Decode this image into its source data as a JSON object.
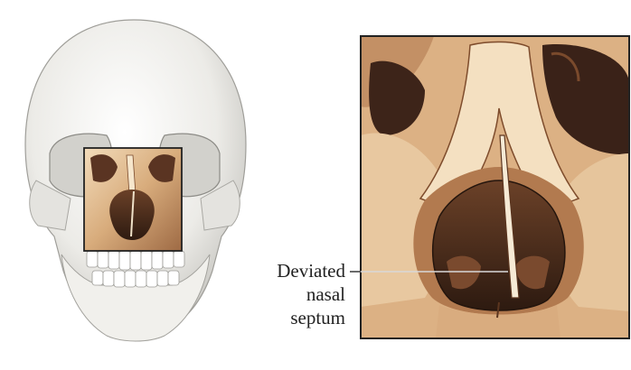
{
  "figure": {
    "label_lines": [
      "Deviated",
      "nasal",
      "septum"
    ]
  },
  "colors": {
    "bone": "#efeeea",
    "bone_shadow": "#c9c8c3",
    "nasal_bone": "#e7c9a2",
    "nasal_shadow": "#8a4f2d",
    "cavity": "#3b2418",
    "outline": "#222222"
  }
}
